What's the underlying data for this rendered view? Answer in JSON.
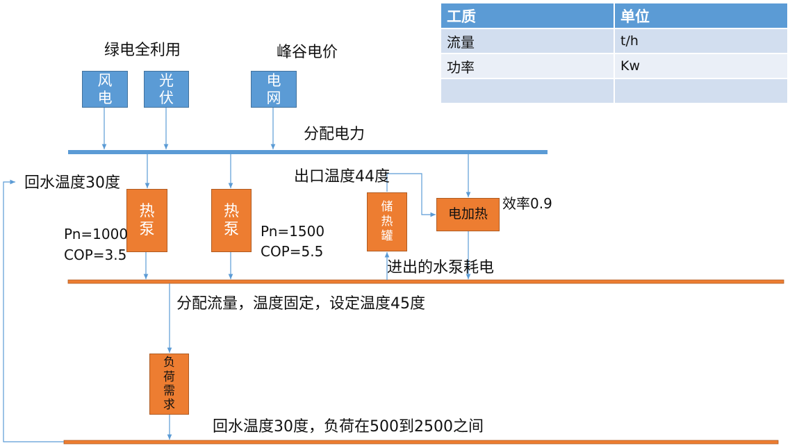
{
  "sources": {
    "green_label": "绿电全利用",
    "peak_label": "峰谷电价",
    "wind": [
      "风",
      "电"
    ],
    "solar": [
      "光",
      "伏"
    ],
    "grid": [
      "电",
      "网"
    ]
  },
  "power_bus_label": "分配电力",
  "return_temp_label": "回水温度30度",
  "heat_pump_1": {
    "label": [
      "热",
      "泵"
    ],
    "pn": "Pn=1000",
    "cop": "COP=3.5"
  },
  "heat_pump_2": {
    "label": [
      "热",
      "泵"
    ],
    "pn": "Pn=1500",
    "cop": "COP=5.5"
  },
  "outlet_temp_label": "出口温度44度",
  "storage_tank": [
    "储",
    "热",
    "罐"
  ],
  "electric_heater": {
    "label": "电加热",
    "efficiency": "效率0.9"
  },
  "pump_consumption_label": "进出的水泵耗电",
  "flow_distribution_label": "分配流量，温度固定，设定温度45度",
  "load_demand": [
    "负",
    "荷",
    "需",
    "求"
  ],
  "return_load_label": "回水温度30度，负荷在500到2500之间",
  "table": {
    "headers": [
      "工质",
      "单位"
    ],
    "rows": [
      [
        "流量",
        "t/h"
      ],
      [
        "功率",
        "Kw"
      ],
      [
        "",
        ""
      ]
    ]
  },
  "colors": {
    "blue": "#5b9bd5",
    "orange": "#ed7d31",
    "arrow": "#5b9bd5"
  }
}
